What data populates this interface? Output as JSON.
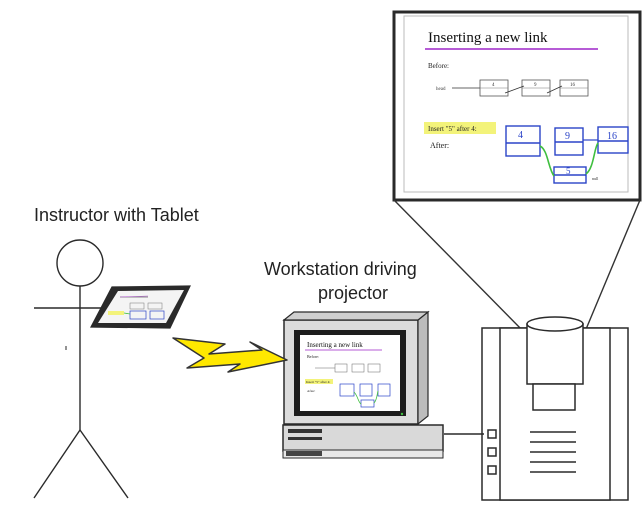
{
  "labels": {
    "instructor": "Instructor with Tablet",
    "workstation_line1": "Workstation driving",
    "workstation_line2": "projector"
  },
  "slide": {
    "title": "Inserting a new link",
    "before_label": "Before:",
    "start_label": "head",
    "insert_label": "Insert \"5\" after 4:",
    "after_label": "After:",
    "node_values": [
      "4",
      "9",
      "16"
    ],
    "new_node_value": "5",
    "footer_note": "null"
  },
  "colors": {
    "title_rule": "#b65bd6",
    "highlight": "#f3f37a",
    "ink": "#2b44c8",
    "green": "#3fbf3f",
    "bolt_fill": "#ffe800",
    "bolt_stroke": "#333333",
    "screen_frame": "#2a2a2a",
    "device_gray": "#dcdcdc"
  },
  "icons": [
    "stick-figure-icon",
    "tablet-icon",
    "wireless-bolt-icon",
    "computer-workstation-icon",
    "projector-icon"
  ]
}
